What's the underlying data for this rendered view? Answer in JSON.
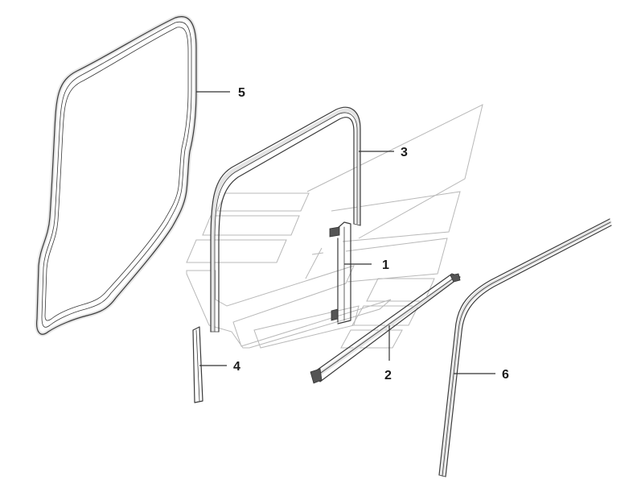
{
  "callouts": [
    {
      "id": "1",
      "label": "1"
    },
    {
      "id": "2",
      "label": "2"
    },
    {
      "id": "3",
      "label": "3"
    },
    {
      "id": "4",
      "label": "4"
    },
    {
      "id": "5",
      "label": "5"
    },
    {
      "id": "6",
      "label": "6"
    }
  ],
  "colors": {
    "line": "#3a3a3a",
    "ghost_outline": "#b8b8b8",
    "label": "#1a1a1a",
    "background": "#ffffff"
  }
}
